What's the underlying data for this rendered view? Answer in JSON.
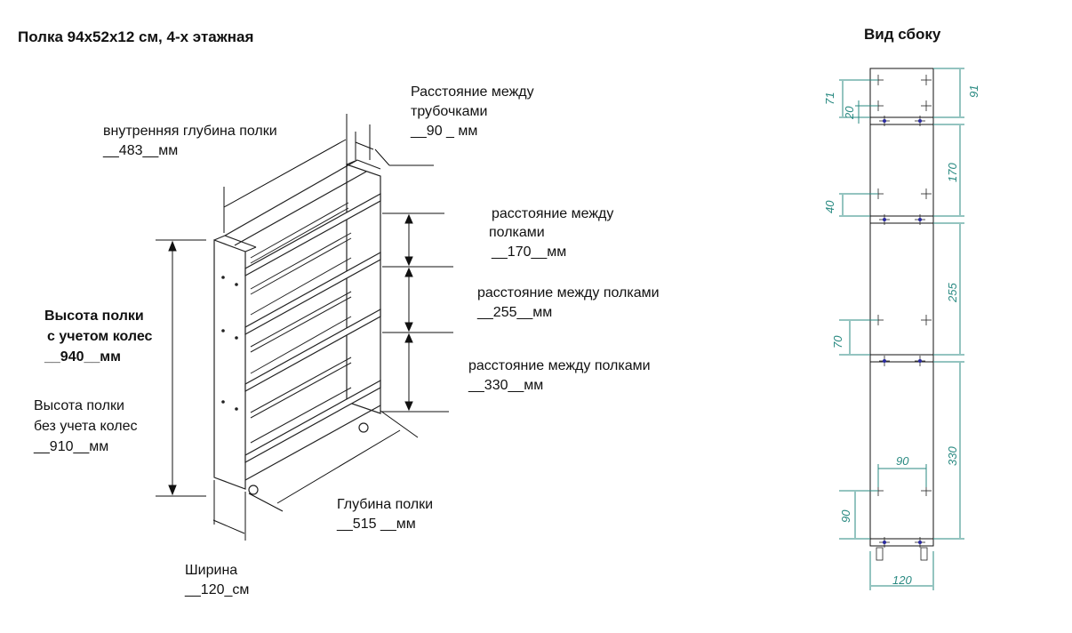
{
  "title": "Полка 94x52x12 см, 4-х этажная",
  "side_view_title": "Вид сбоку",
  "labels": {
    "inner_depth_1": "внутренняя глубина полки",
    "inner_depth_2": "__483__мм",
    "tube_1": "Расстояние между",
    "tube_2": "трубочками",
    "tube_3": "__90 _ мм",
    "gap1_1": "расстояние между",
    "gap1_2": "полками",
    "gap1_3": "__170__мм",
    "gap2_1": "расстояние между полками",
    "gap2_2": "__255__мм",
    "gap3_1": "расстояние между полками",
    "gap3_2": "__330__мм",
    "h_wheels_1": "Высота полки",
    "h_wheels_2": "с учетом колес",
    "h_wheels_3": "__940__мм",
    "h_nowheels_1": "Высота полки",
    "h_nowheels_2": "без учета колес",
    "h_nowheels_3": "__910__мм",
    "depth_1": "Глубина полки",
    "depth_2": "__515 __мм",
    "width_1": "Ширина",
    "width_2": "__120_см"
  },
  "side_dims": {
    "d91": "91",
    "d71": "71",
    "d20": "20",
    "d170": "170",
    "d40": "40",
    "d255": "255",
    "d70": "70",
    "d330": "330",
    "d90h": "90",
    "d90v": "90",
    "d120": "120"
  }
}
